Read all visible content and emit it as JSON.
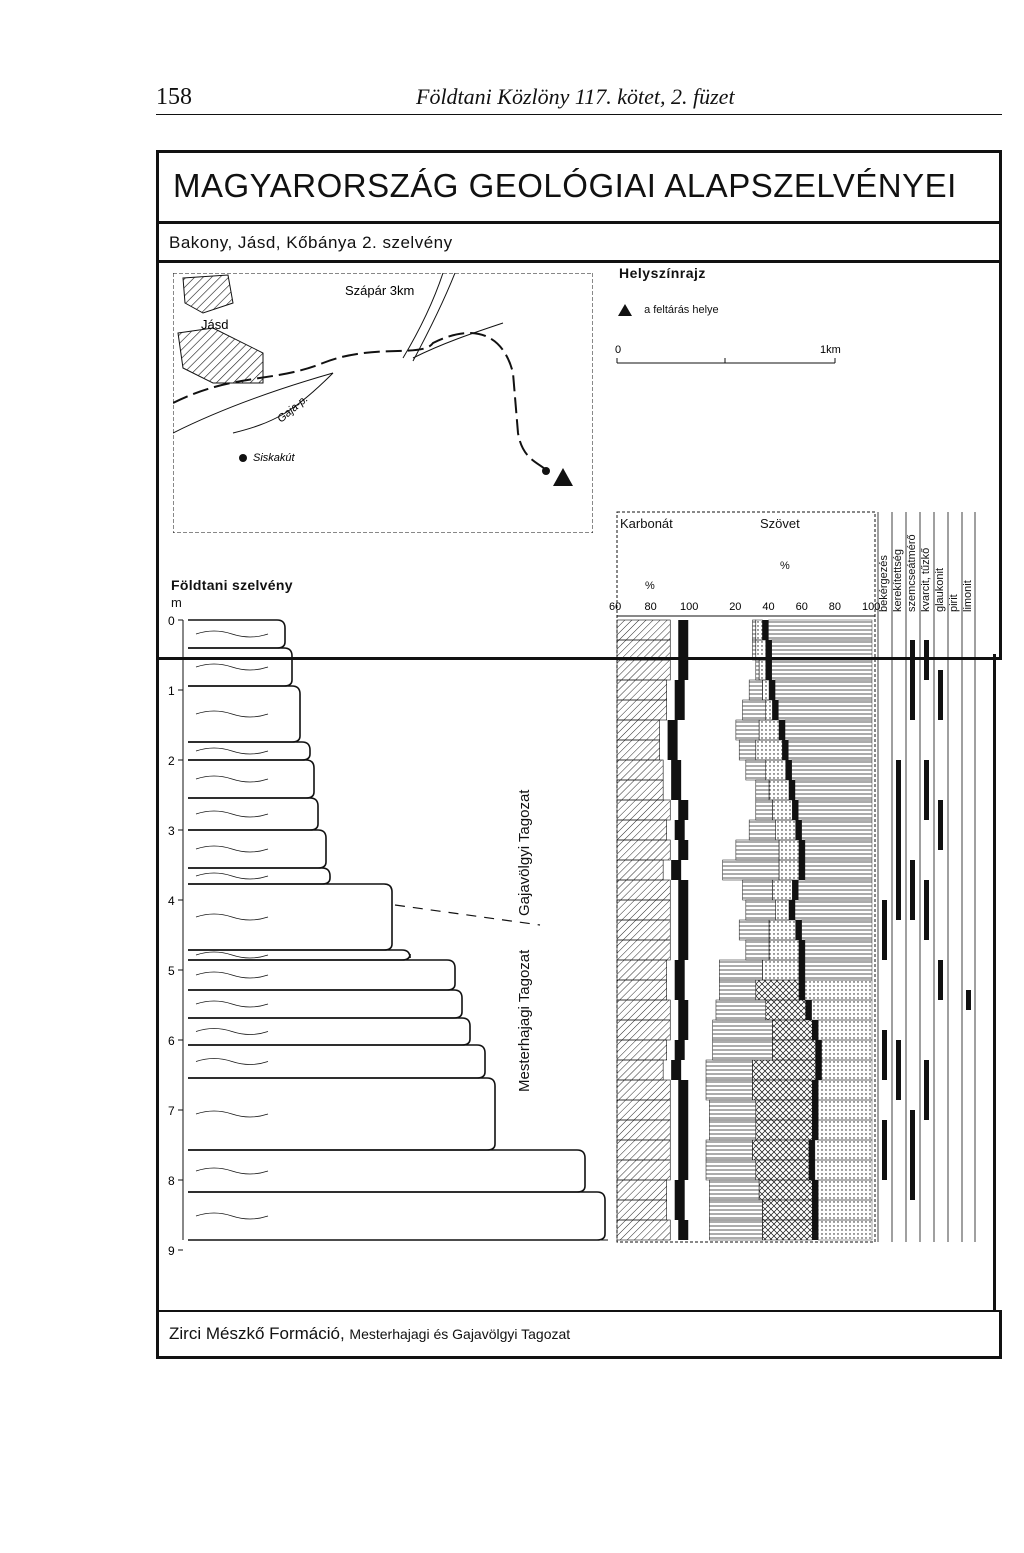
{
  "page": {
    "number": "158",
    "running_head": "Földtani Közlöny 117. kötet, 2. füzet"
  },
  "title": "MAGYARORSZÁG GEOLÓGIAI ALAPSZELVÉNYEI",
  "subtitle": "Bakony, Jásd, Kőbánya 2. szelvény",
  "location_map": {
    "places": [
      "Jásd",
      "Szápár 3km",
      "Gaja-p.",
      "Siskakút"
    ],
    "heading": "Helyszínrajz",
    "legend": "a feltárás helye",
    "scale": {
      "start": "0",
      "end": "1km"
    }
  },
  "geologic_section": {
    "heading": "Földtani szelvény",
    "unit": "m",
    "depth_ticks": [
      "0",
      "1",
      "2",
      "3",
      "4",
      "5",
      "6",
      "7",
      "8",
      "9"
    ],
    "members": [
      "Gajavölgyi Tagozat",
      "Mesterhajagi Tagozat"
    ]
  },
  "carbonate_chart": {
    "heading": "Karbonát",
    "unit": "%",
    "ticks": [
      "60",
      "80",
      "100"
    ]
  },
  "texture_chart": {
    "heading": "Szövet",
    "unit": "%",
    "ticks": [
      "20",
      "40",
      "60",
      "80",
      "100"
    ]
  },
  "column_headers": [
    "bekérgezés",
    "kerekítettség",
    "szemcseátmérő",
    "kvarcit, tűzkő",
    "glaukonit",
    "pirit",
    "limonit"
  ],
  "formation": {
    "main": "Zirci Mészkő Formáció,",
    "rest": "Mesterhajagi és Gajavölgyi Tagozat"
  }
}
